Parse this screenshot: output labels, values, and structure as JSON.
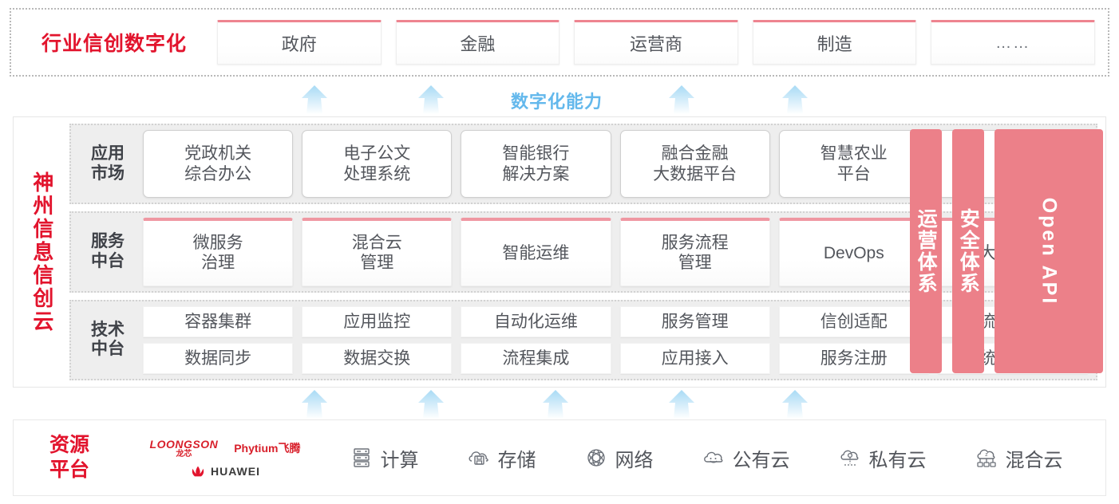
{
  "colors": {
    "brand_red": "#e2142d",
    "pillar_pink": "#ec8089",
    "accent_blue": "#63b8ec",
    "tier_bg": "#eeeeee",
    "text_dark": "#53565c"
  },
  "industry": {
    "title": "行业信创数字化",
    "boxes": [
      {
        "label": "政府"
      },
      {
        "label": "金融"
      },
      {
        "label": "运营商"
      },
      {
        "label": "制造"
      },
      {
        "label": "……"
      }
    ]
  },
  "capability": {
    "label": "数字化能力",
    "arrow_count_top": 4,
    "arrow_count_bottom": 5
  },
  "cloud": {
    "title": "神州信息信创云",
    "tiers": [
      {
        "label": "应用\n市场",
        "label_lines": [
          "应用",
          "市场"
        ],
        "style": "app",
        "cells": [
          {
            "lines": [
              "党政机关",
              "综合办公"
            ]
          },
          {
            "lines": [
              "电子公文",
              "处理系统"
            ]
          },
          {
            "lines": [
              "智能银行",
              "解决方案"
            ]
          },
          {
            "lines": [
              "融合金融",
              "大数据平台"
            ]
          },
          {
            "lines": [
              "智慧农业",
              "平台"
            ]
          },
          {
            "lines": [
              "……"
            ],
            "dots": true
          }
        ]
      },
      {
        "label_lines": [
          "服务",
          "中台"
        ],
        "style": "svc",
        "cells": [
          {
            "lines": [
              "微服务",
              "治理"
            ]
          },
          {
            "lines": [
              "混合云",
              "管理"
            ]
          },
          {
            "lines": [
              "智能运维"
            ]
          },
          {
            "lines": [
              "服务流程",
              "管理"
            ]
          },
          {
            "lines": [
              "DevOps"
            ]
          },
          {
            "lines": [
              "大屏展示"
            ]
          }
        ]
      },
      {
        "label_lines": [
          "技术",
          "中台"
        ],
        "style": "tech",
        "rows": [
          [
            "容器集群",
            "应用监控",
            "自动化运维",
            "服务管理",
            "信创适配",
            "流程引擎"
          ],
          [
            "数据同步",
            "数据交换",
            "流程集成",
            "应用接入",
            "服务注册",
            "统一认证"
          ]
        ]
      }
    ],
    "pillars": [
      {
        "label_lines": [
          "运营",
          "体系"
        ],
        "text": "运营体系",
        "orientation": "vertical-cjk"
      },
      {
        "label_lines": [
          "安全",
          "体系"
        ],
        "text": "安全体系",
        "orientation": "vertical-cjk"
      },
      {
        "text": "Open API",
        "orientation": "rotated"
      }
    ]
  },
  "resource": {
    "title_lines": [
      "资源",
      "平台"
    ],
    "vendors": [
      {
        "name": "LOONGSON",
        "name_cn": "龙芯",
        "icon": "loongson-logo"
      },
      {
        "name": "Phytium飞腾",
        "icon": "phytium-logo"
      },
      {
        "name": "HUAWEI",
        "icon": "huawei-logo"
      }
    ],
    "items": [
      {
        "label": "计算",
        "icon": "server-icon"
      },
      {
        "label": "存储",
        "icon": "cloud-storage-icon"
      },
      {
        "label": "网络",
        "icon": "network-mesh-icon"
      },
      {
        "label": "公有云",
        "icon": "public-cloud-icon"
      },
      {
        "label": "私有云",
        "icon": "private-cloud-icon"
      },
      {
        "label": "混合云",
        "icon": "hybrid-cloud-icon"
      }
    ]
  }
}
